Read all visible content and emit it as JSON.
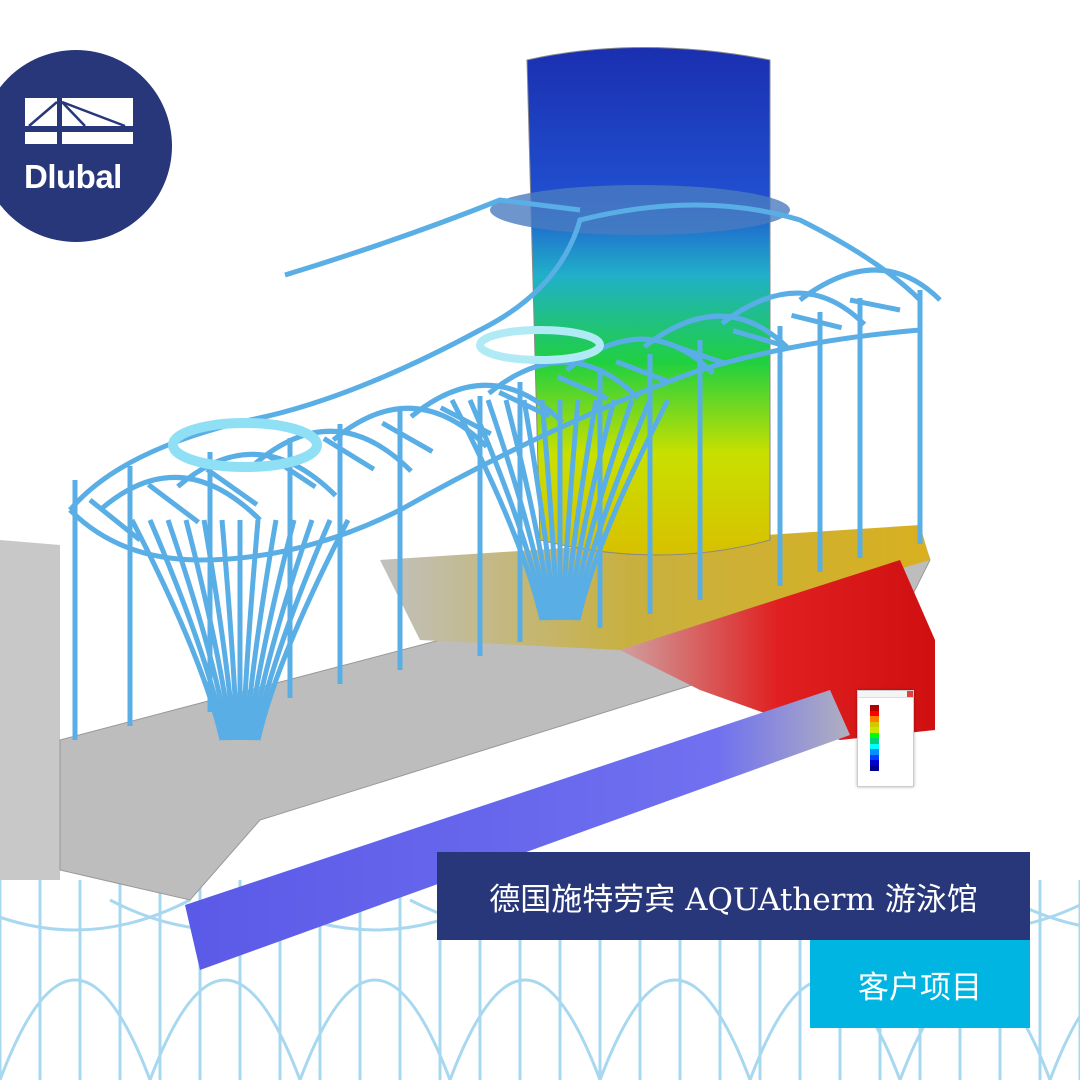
{
  "brand": {
    "name": "Dlubal",
    "color": "#283779"
  },
  "title": "德国施特劳宾 AQUAtherm 游泳馆",
  "tag": "客户项目",
  "colors": {
    "title_bg": "#283779",
    "tag_bg": "#00b5e2",
    "steel": "#5aaee6",
    "concrete": "#b8b8b8",
    "beam": "#6a66f0"
  },
  "legend": {
    "icon": "color-scale-panel",
    "scale": [
      "#b30000",
      "#ff0000",
      "#ff8000",
      "#d4c800",
      "#c8e600",
      "#00ff00",
      "#00d080",
      "#00ffff",
      "#0090ff",
      "#0040ff",
      "#0000d0",
      "#000090"
    ]
  }
}
